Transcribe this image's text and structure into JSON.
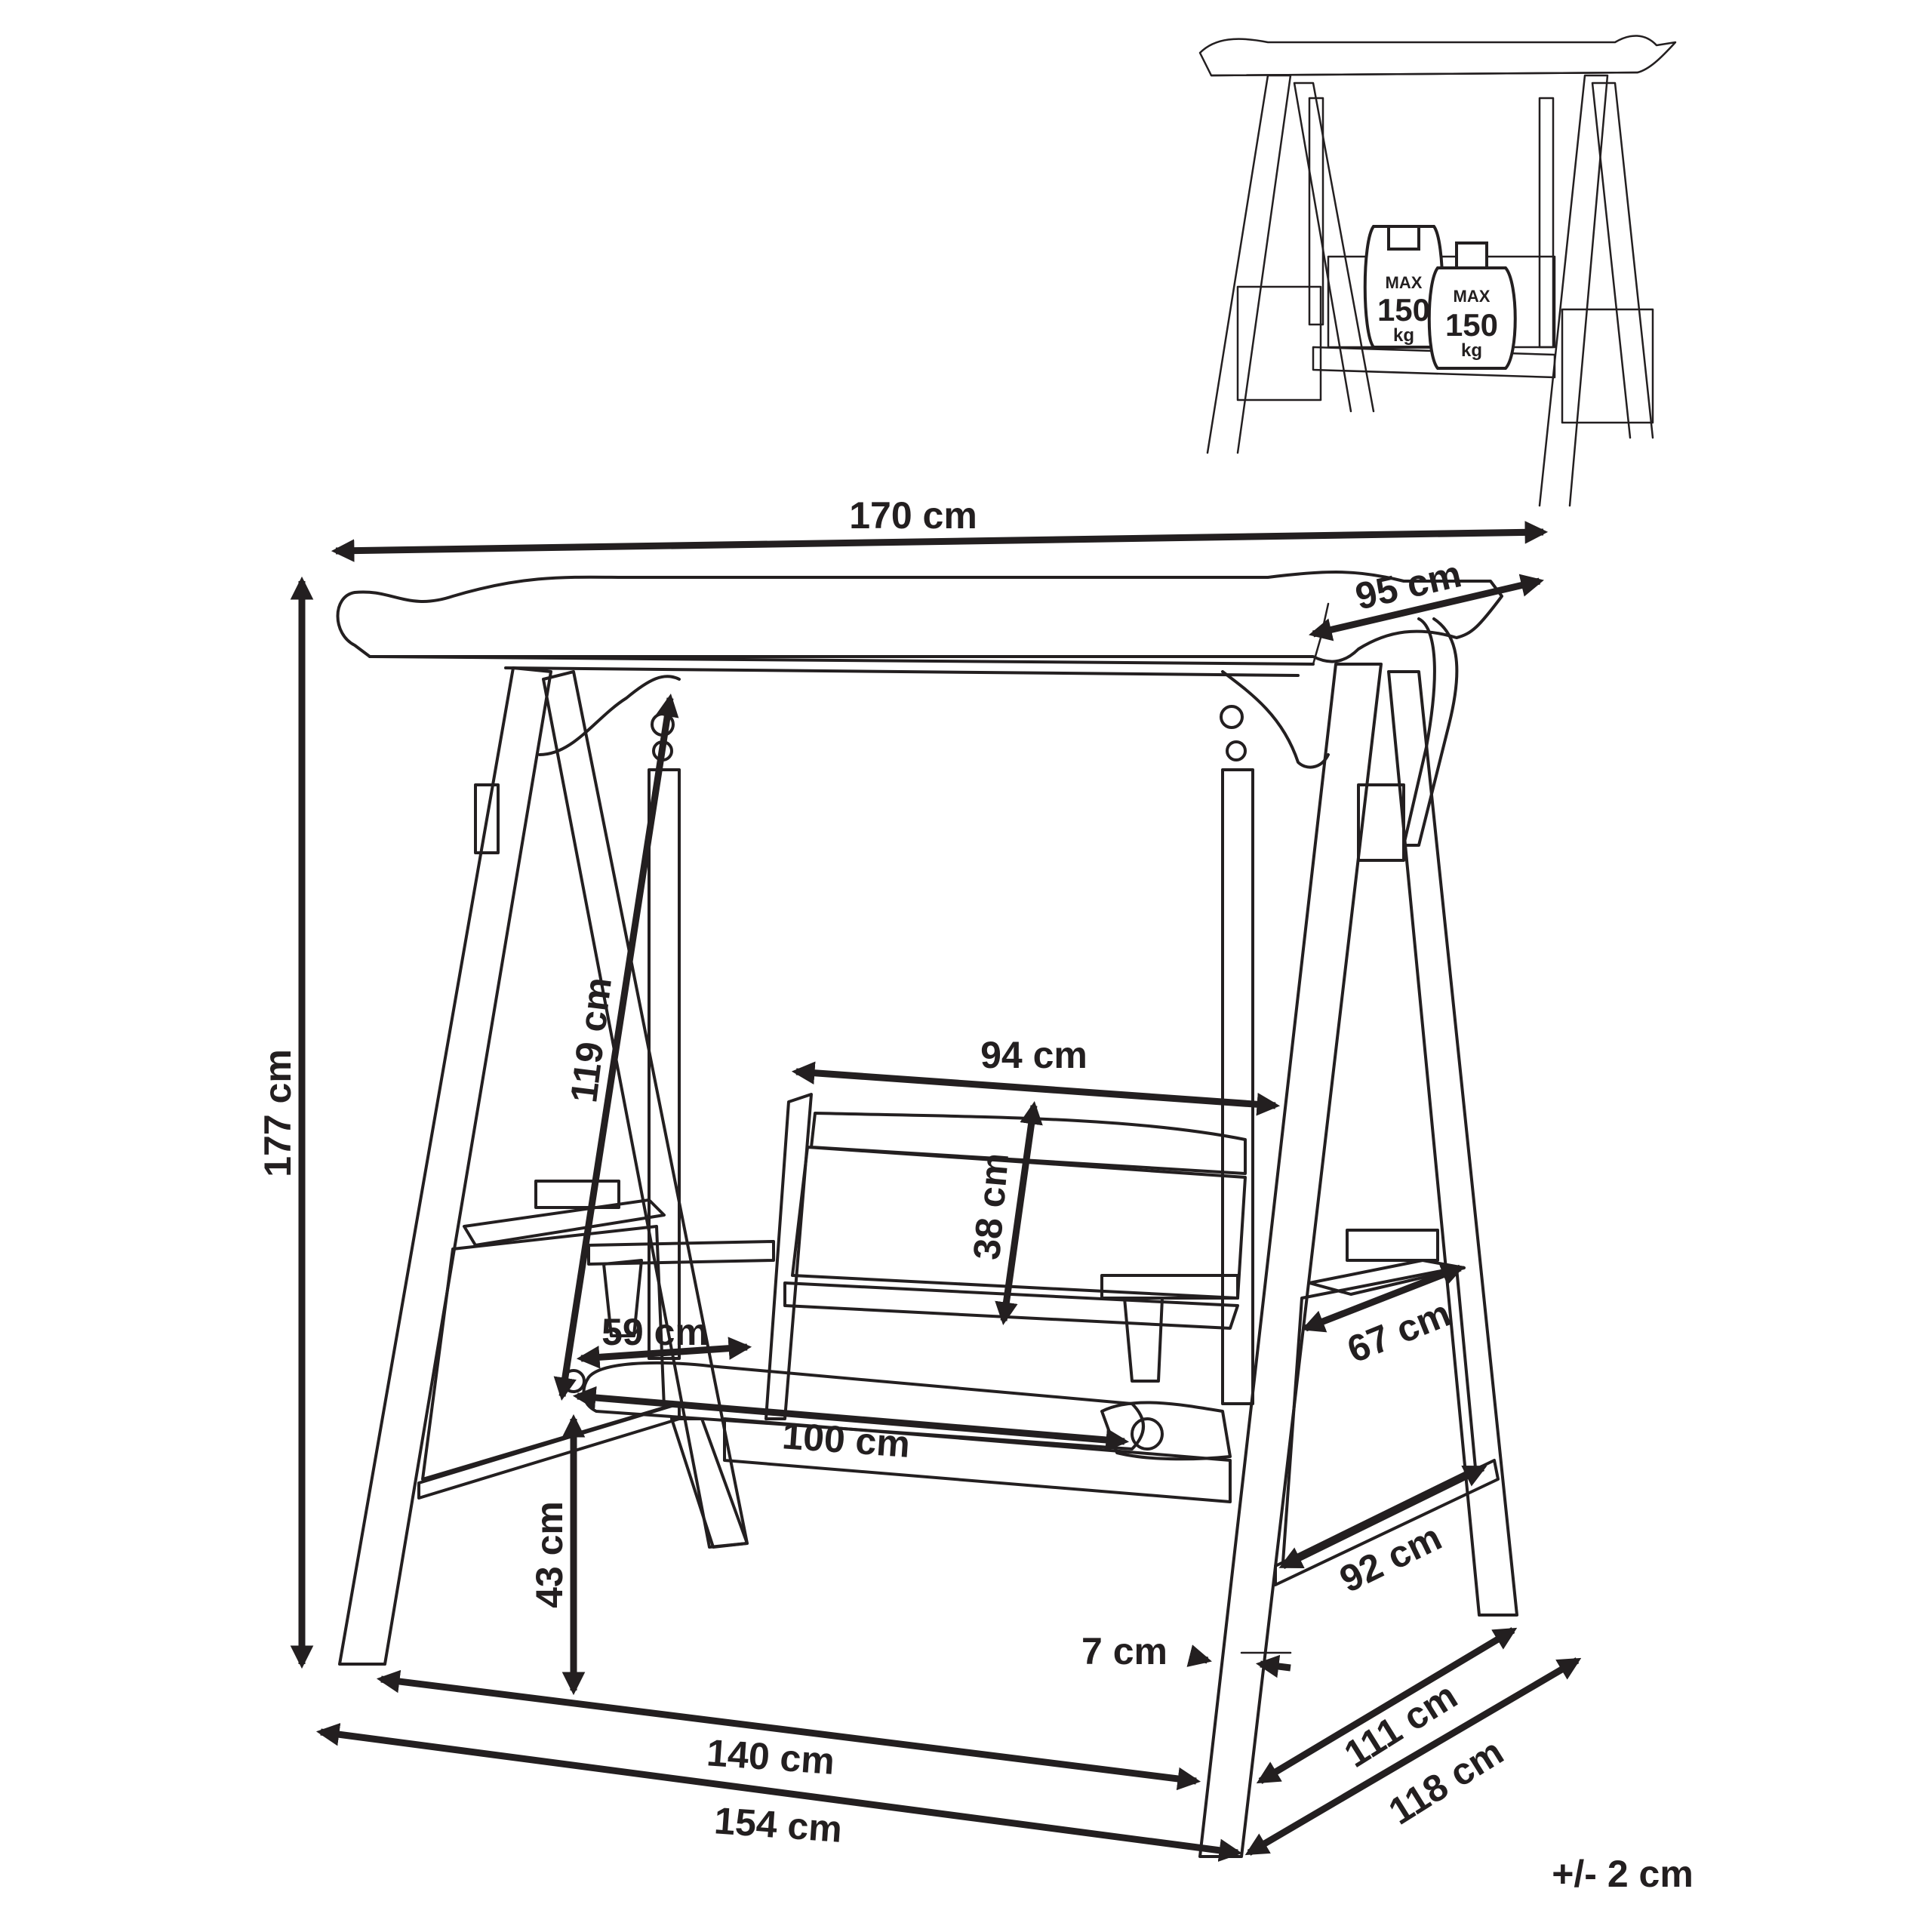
{
  "inset": {
    "weights": [
      {
        "top": "MAX",
        "value": "150",
        "unit": "kg"
      },
      {
        "top": "MAX",
        "value": "150",
        "unit": "kg"
      }
    ]
  },
  "dimensions": {
    "roof_width": "170 cm",
    "roof_depth": "95 cm",
    "total_height": "177 cm",
    "chain_length": "119 cm",
    "backrest_width": "94 cm",
    "backrest_height": "38 cm",
    "seat_depth": "59 cm",
    "seat_width": "100 cm",
    "seat_height": "43 cm",
    "side_table_top": "67 cm",
    "side_panel": "92 cm",
    "beam_thickness": "7 cm",
    "inner_width": "140 cm",
    "outer_width": "154 cm",
    "inner_depth": "111 cm",
    "outer_depth": "118 cm"
  },
  "tolerance": "+/- 2 cm"
}
